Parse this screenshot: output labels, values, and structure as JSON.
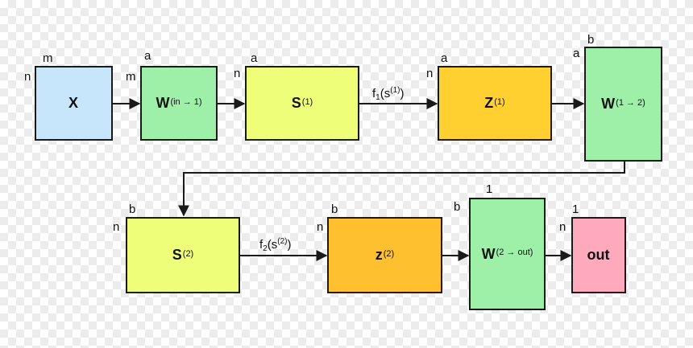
{
  "colors": {
    "input": "#c8e6fb",
    "weight": "#9ef0a8",
    "preact": "#eefe78",
    "act": "#ffd030",
    "act2": "#ffc030",
    "out": "#ffa9bd",
    "line": "#1a1a1a"
  },
  "boxes": {
    "x": {
      "main": "X",
      "sup": "",
      "row": "n",
      "col": "m"
    },
    "w1": {
      "main": "W",
      "sup": "(in → 1)",
      "row": "m",
      "col": "a"
    },
    "s1": {
      "main": "S",
      "sup": "(1)",
      "row": "n",
      "col": "a"
    },
    "z1": {
      "main": "Z",
      "sup": "(1)",
      "row": "n",
      "col": "a"
    },
    "w2": {
      "main": "W",
      "sup": "(1 → 2)",
      "row": "a",
      "col": "b"
    },
    "s2": {
      "main": "S",
      "sup": "(2)",
      "row": "n",
      "col": "b"
    },
    "z2": {
      "main": "z",
      "sup": "(2)",
      "row": "n",
      "col": "b"
    },
    "w3": {
      "main": "W",
      "sup": "(2 → out)",
      "row": "b",
      "col": "1"
    },
    "out": {
      "main": "out",
      "sup": "",
      "row": "n",
      "col": "1"
    }
  },
  "edges": {
    "f1": {
      "fn": "f",
      "sub": "1",
      "arg": "s",
      "sup": "(1)"
    },
    "f2": {
      "fn": "f",
      "sub": "2",
      "arg": "s",
      "sup": "(2)"
    }
  }
}
